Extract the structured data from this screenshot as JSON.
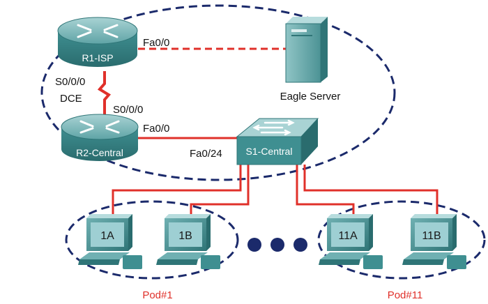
{
  "diagram": {
    "devices": {
      "router_isp": "R1-ISP",
      "router_central": "R2-Central",
      "switch": "S1-Central",
      "server": "Eagle Server",
      "pc_1a": "1A",
      "pc_1b": "1B",
      "pc_11a": "11A",
      "pc_11b": "11B"
    },
    "interfaces": {
      "isp_fa": "Fa0/0",
      "isp_serial": "S0/0/0",
      "dce": "DCE",
      "central_serial": "S0/0/0",
      "central_fa": "Fa0/0",
      "switch_fa": "Fa0/24"
    },
    "pods": {
      "pod1": "Pod#1",
      "pod11": "Pod#11"
    },
    "colors": {
      "link": "#e0302a",
      "boundary": "#1b2a6b",
      "device": "#3f8f91",
      "device_light": "#8fc4c5",
      "screen": "#9ecfd3"
    },
    "icons": {
      "router": "router-icon",
      "switch": "switch-icon",
      "server": "server-icon",
      "pc": "pc-icon"
    }
  }
}
